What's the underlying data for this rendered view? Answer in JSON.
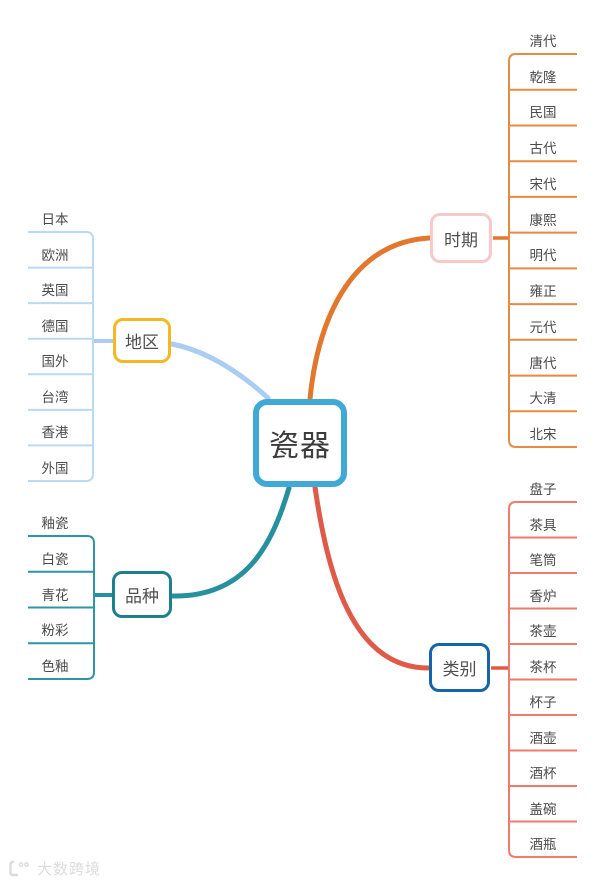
{
  "root": {
    "label": "瓷器",
    "border_color": "#41A9D6"
  },
  "branches": [
    {
      "key": "time",
      "label": "时期",
      "node_border": "#F7C9CB",
      "curve_color": "#E2772E",
      "line_color": "#E78A42",
      "children": [
        "清代",
        "乾隆",
        "民国",
        "古代",
        "宋代",
        "康熙",
        "明代",
        "雍正",
        "元代",
        "唐代",
        "大清",
        "北宋"
      ]
    },
    {
      "key": "region",
      "label": "地区",
      "node_border": "#F5B825",
      "curve_color": "#A9CEF2",
      "line_color": "#BAD9F3",
      "children": [
        "日本",
        "欧洲",
        "英国",
        "德国",
        "国外",
        "台湾",
        "香港",
        "外国"
      ]
    },
    {
      "key": "variety",
      "label": "品种",
      "node_border": "#1E808F",
      "curve_color": "#27909E",
      "line_color": "#2E96A3",
      "children": [
        "釉瓷",
        "白瓷",
        "青花",
        "粉彩",
        "色釉"
      ]
    },
    {
      "key": "category",
      "label": "类别",
      "node_border": "#1565A8",
      "curve_color": "#E05A48",
      "line_color": "#EE7B6B",
      "children": [
        "盘子",
        "茶具",
        "笔筒",
        "香炉",
        "茶壶",
        "茶杯",
        "杯子",
        "酒壶",
        "酒杯",
        "盖碗",
        "酒瓶"
      ]
    }
  ],
  "watermark": {
    "text": "大数跨境"
  }
}
